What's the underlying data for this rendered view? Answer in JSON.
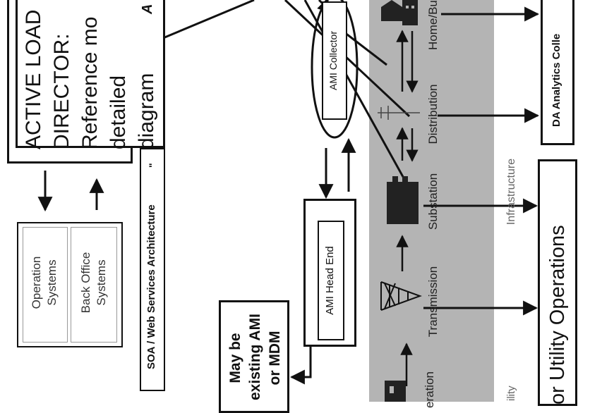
{
  "active_load_director": {
    "line1": "ACTIVE LOAD",
    "line2": "DIRECTOR:",
    "line3": "Reference mo",
    "line4": "detailed",
    "line5": "diagram",
    "corner_mark": "A"
  },
  "operation_systems_box": {
    "operation_label_1": "Operation",
    "operation_label_2": "Systems",
    "back_office_label_1": "Back Office",
    "back_office_label_2": "Systems"
  },
  "soa_bar": {
    "label": "SOA / Web Services Architecture",
    "trailing": "\""
  },
  "ami_collector": {
    "label": "AMI Collector"
  },
  "ami_head_end": {
    "label": "AMI Head End"
  },
  "existing_note": {
    "line1": "May be",
    "line2": "existing AMI",
    "line3": "or MDM"
  },
  "infrastructure_band": {
    "stages": [
      "eration",
      "Transmission",
      "Substation",
      "Distribution",
      "Home/Bu"
    ],
    "infrastructure_label": "Infrastructure",
    "utility_label": "ility"
  },
  "da_analytics_box": {
    "label": "DA Analytics Colle"
  },
  "utility_operations_box": {
    "label": "or Utility Operations"
  },
  "colors": {
    "band_gray": "#b4b4b4",
    "ink": "#111111"
  }
}
